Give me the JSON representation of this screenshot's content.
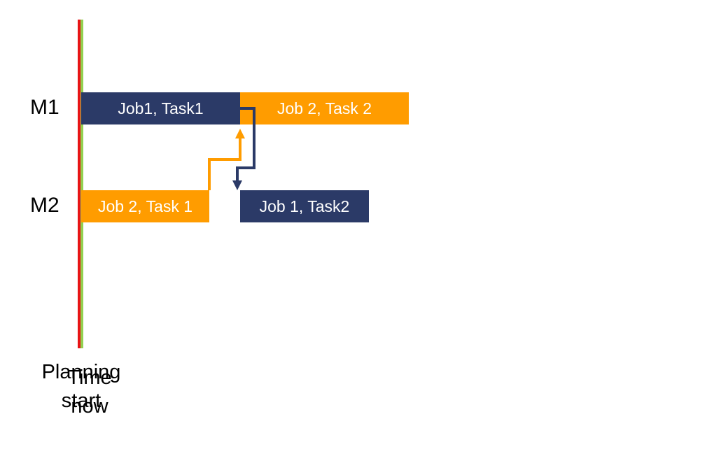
{
  "colors": {
    "job1": "#2b3a67",
    "job2": "#ff9c00",
    "planning_start": "#e81416",
    "time_now": "#92d050"
  },
  "machines": [
    {
      "label": "M1"
    },
    {
      "label": "M2"
    }
  ],
  "tasks": [
    {
      "label": "Job1, Task1",
      "job": "job1",
      "machine": "M1"
    },
    {
      "label": "Job 2, Task 2",
      "job": "job2",
      "machine": "M1"
    },
    {
      "label": "Job 2, Task 1",
      "job": "job2",
      "machine": "M2"
    },
    {
      "label": "Job 1, Task2",
      "job": "job1",
      "machine": "M2"
    }
  ],
  "markers": {
    "planning_start": {
      "label_line1": "Planning",
      "label_line2": "start"
    },
    "time_now": {
      "label_line1": "Time",
      "label_line2": "now"
    }
  }
}
